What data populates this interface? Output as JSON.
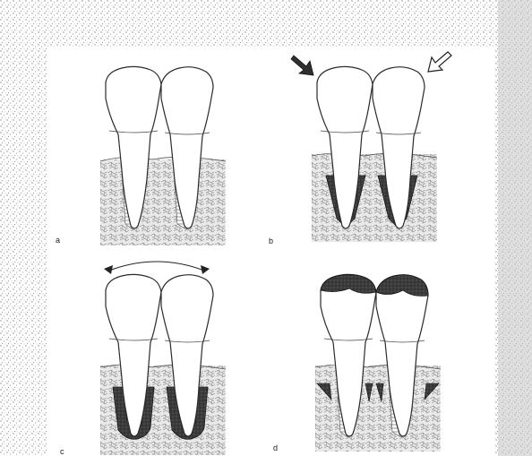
{
  "figure": {
    "panels": [
      {
        "id": "a",
        "label": "a",
        "description_key": "healthy-teeth"
      },
      {
        "id": "b",
        "label": "b",
        "description_key": "occlusal-force-bone-loss"
      },
      {
        "id": "c",
        "label": "c",
        "description_key": "tooth-mobility-bone-loss"
      },
      {
        "id": "d",
        "label": "d",
        "description_key": "occlusal-wear-angular-defects"
      }
    ],
    "colors": {
      "paper": "#ffffff",
      "scan_border": "#bdbdbd",
      "outline": "#2a2a2a",
      "bone_pattern": "#9a9a9a",
      "dark_fill": "#333333"
    }
  }
}
